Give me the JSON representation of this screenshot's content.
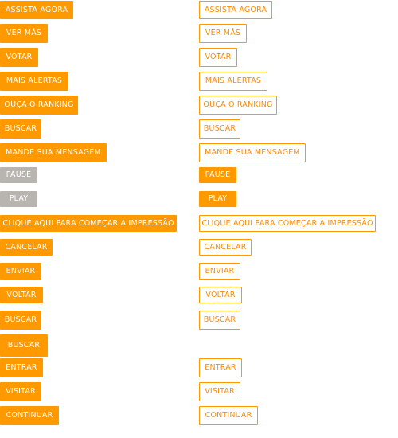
{
  "colors": {
    "accent": "#ff9900",
    "disabled": "#b8b4b0",
    "background": "#ffffff",
    "text_on_accent": "#ffffff"
  },
  "buttons": {
    "assista_agora": "ASSISTA AGORA",
    "ver_mas": "VER MÁS",
    "votar": "VOTAR",
    "mais_alertas": "MAIS ALERTAS",
    "ouca_ranking": "OUÇA O RANKING",
    "buscar": "BUSCAR",
    "mande_mensagem": "MANDE SUA MENSAGEM",
    "pause": "PAUSE",
    "play": "PLAY",
    "clique_impressao": "CLIQUE AQUI PARA COMEÇAR A IMPRESSÃO",
    "cancelar": "CANCELAR",
    "enviar": "ENVIAR",
    "voltar": "VOLTAR",
    "entrar": "ENTRAR",
    "visitar": "VISITAR",
    "continuar": "CONTINUAR"
  }
}
